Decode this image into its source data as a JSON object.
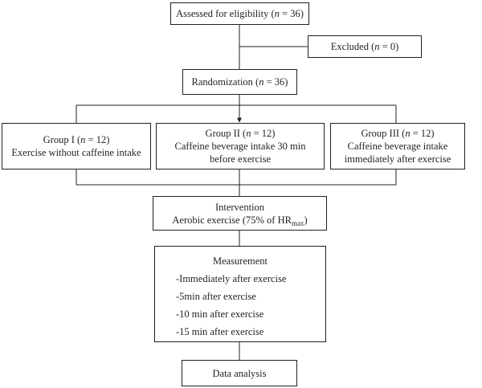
{
  "nodes": {
    "assessed": {
      "text": "Assessed for eligibility (",
      "var": "n",
      "tail": " = 36)"
    },
    "excluded": {
      "text": "Excluded (",
      "var": "n",
      "tail": " = 0)"
    },
    "randomization": {
      "text": "Randomization (",
      "var": "n",
      "tail": " = 36)"
    },
    "group1": {
      "title": {
        "text": "Group I (",
        "var": "n",
        "tail": " = 12)"
      },
      "lines": [
        "Exercise without caffeine intake"
      ]
    },
    "group2": {
      "title": {
        "text": "Group II (",
        "var": "n",
        "tail": " = 12)"
      },
      "lines": [
        "Caffeine beverage intake 30 min",
        "before exercise"
      ]
    },
    "group3": {
      "title": {
        "text": "Group III (",
        "var": "n",
        "tail": " = 12)"
      },
      "lines": [
        "Caffeine beverage intake",
        "immediately after exercise"
      ]
    },
    "intervention": {
      "title": "Intervention",
      "text": "Aerobic exercise (75% of HR",
      "sub": "max",
      "tail": ")"
    },
    "measurement": {
      "title": "Measurement",
      "items": [
        "-Immediately after exercise",
        "-5min after exercise",
        "-10 min after exercise",
        "-15 min after exercise"
      ]
    },
    "analysis": {
      "text": "Data analysis"
    }
  }
}
